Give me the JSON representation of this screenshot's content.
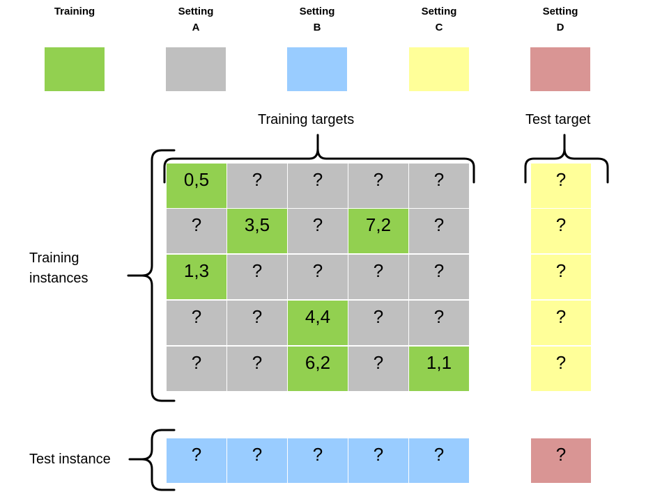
{
  "legend": [
    {
      "key": "training",
      "lines": [
        "Training"
      ],
      "color": "#92d050"
    },
    {
      "key": "setting_a",
      "lines": [
        "Setting",
        "A"
      ],
      "color": "#bfbfbf"
    },
    {
      "key": "setting_b",
      "lines": [
        "Setting",
        "B"
      ],
      "color": "#99ccff"
    },
    {
      "key": "setting_c",
      "lines": [
        "Setting",
        "C"
      ],
      "color": "#ffff99"
    },
    {
      "key": "setting_d",
      "lines": [
        "Setting",
        "D"
      ],
      "color": "#d99594"
    }
  ],
  "labels": {
    "training_targets": "Training targets",
    "test_target": "Test target",
    "training_instances": [
      "Training",
      "instances"
    ],
    "test_instance": "Test instance"
  },
  "training_matrix": [
    [
      {
        "text": "0,5",
        "setting": "training"
      },
      {
        "text": "?",
        "setting": "setting_a"
      },
      {
        "text": "?",
        "setting": "setting_a"
      },
      {
        "text": "?",
        "setting": "setting_a"
      },
      {
        "text": "?",
        "setting": "setting_a"
      }
    ],
    [
      {
        "text": "?",
        "setting": "setting_a"
      },
      {
        "text": "3,5",
        "setting": "training"
      },
      {
        "text": "?",
        "setting": "setting_a"
      },
      {
        "text": "7,2",
        "setting": "training"
      },
      {
        "text": "?",
        "setting": "setting_a"
      }
    ],
    [
      {
        "text": "1,3",
        "setting": "training"
      },
      {
        "text": "?",
        "setting": "setting_a"
      },
      {
        "text": "?",
        "setting": "setting_a"
      },
      {
        "text": "?",
        "setting": "setting_a"
      },
      {
        "text": "?",
        "setting": "setting_a"
      }
    ],
    [
      {
        "text": "?",
        "setting": "setting_a"
      },
      {
        "text": "?",
        "setting": "setting_a"
      },
      {
        "text": "4,4",
        "setting": "training"
      },
      {
        "text": "?",
        "setting": "setting_a"
      },
      {
        "text": "?",
        "setting": "setting_a"
      }
    ],
    [
      {
        "text": "?",
        "setting": "setting_a"
      },
      {
        "text": "?",
        "setting": "setting_a"
      },
      {
        "text": "6,2",
        "setting": "training"
      },
      {
        "text": "?",
        "setting": "setting_a"
      },
      {
        "text": "1,1",
        "setting": "training"
      }
    ]
  ],
  "test_target_column": [
    {
      "text": "?",
      "setting": "setting_c"
    },
    {
      "text": "?",
      "setting": "setting_c"
    },
    {
      "text": "?",
      "setting": "setting_c"
    },
    {
      "text": "?",
      "setting": "setting_c"
    },
    {
      "text": "?",
      "setting": "setting_c"
    }
  ],
  "test_instance_row": [
    {
      "text": "?",
      "setting": "setting_b"
    },
    {
      "text": "?",
      "setting": "setting_b"
    },
    {
      "text": "?",
      "setting": "setting_b"
    },
    {
      "text": "?",
      "setting": "setting_b"
    },
    {
      "text": "?",
      "setting": "setting_b"
    }
  ],
  "test_cell": {
    "text": "?",
    "setting": "setting_d"
  }
}
